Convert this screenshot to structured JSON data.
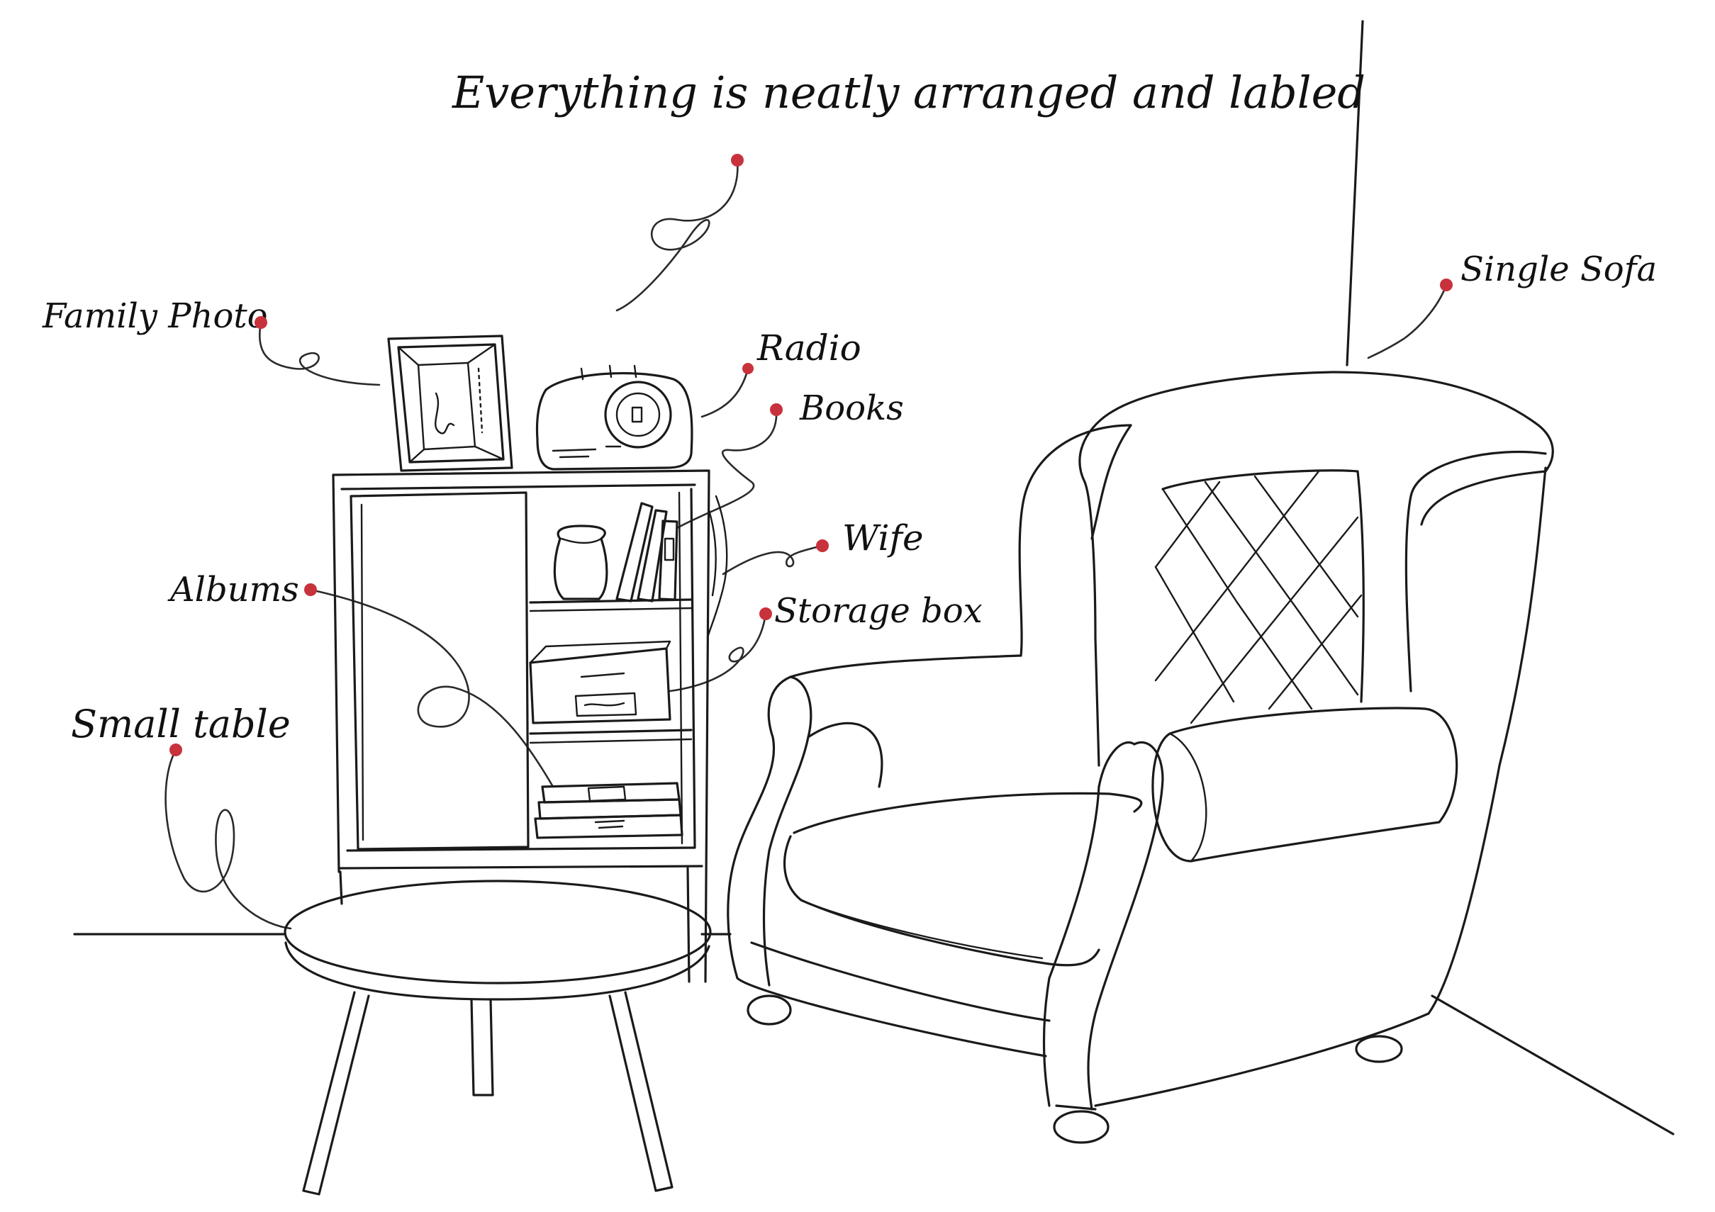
{
  "colors": {
    "ink": "#1a1a1a",
    "marker": "#c8323c",
    "paper": "#ffffff"
  },
  "labels": {
    "headline": "Everything is neatly arranged and labled",
    "family_photo": "Family Photo",
    "radio": "Radio",
    "books": "Books",
    "wife": "Wife",
    "albums": "Albums",
    "storage_box": "Storage box",
    "small_table": "Small table",
    "single_sofa": "Single Sofa"
  }
}
